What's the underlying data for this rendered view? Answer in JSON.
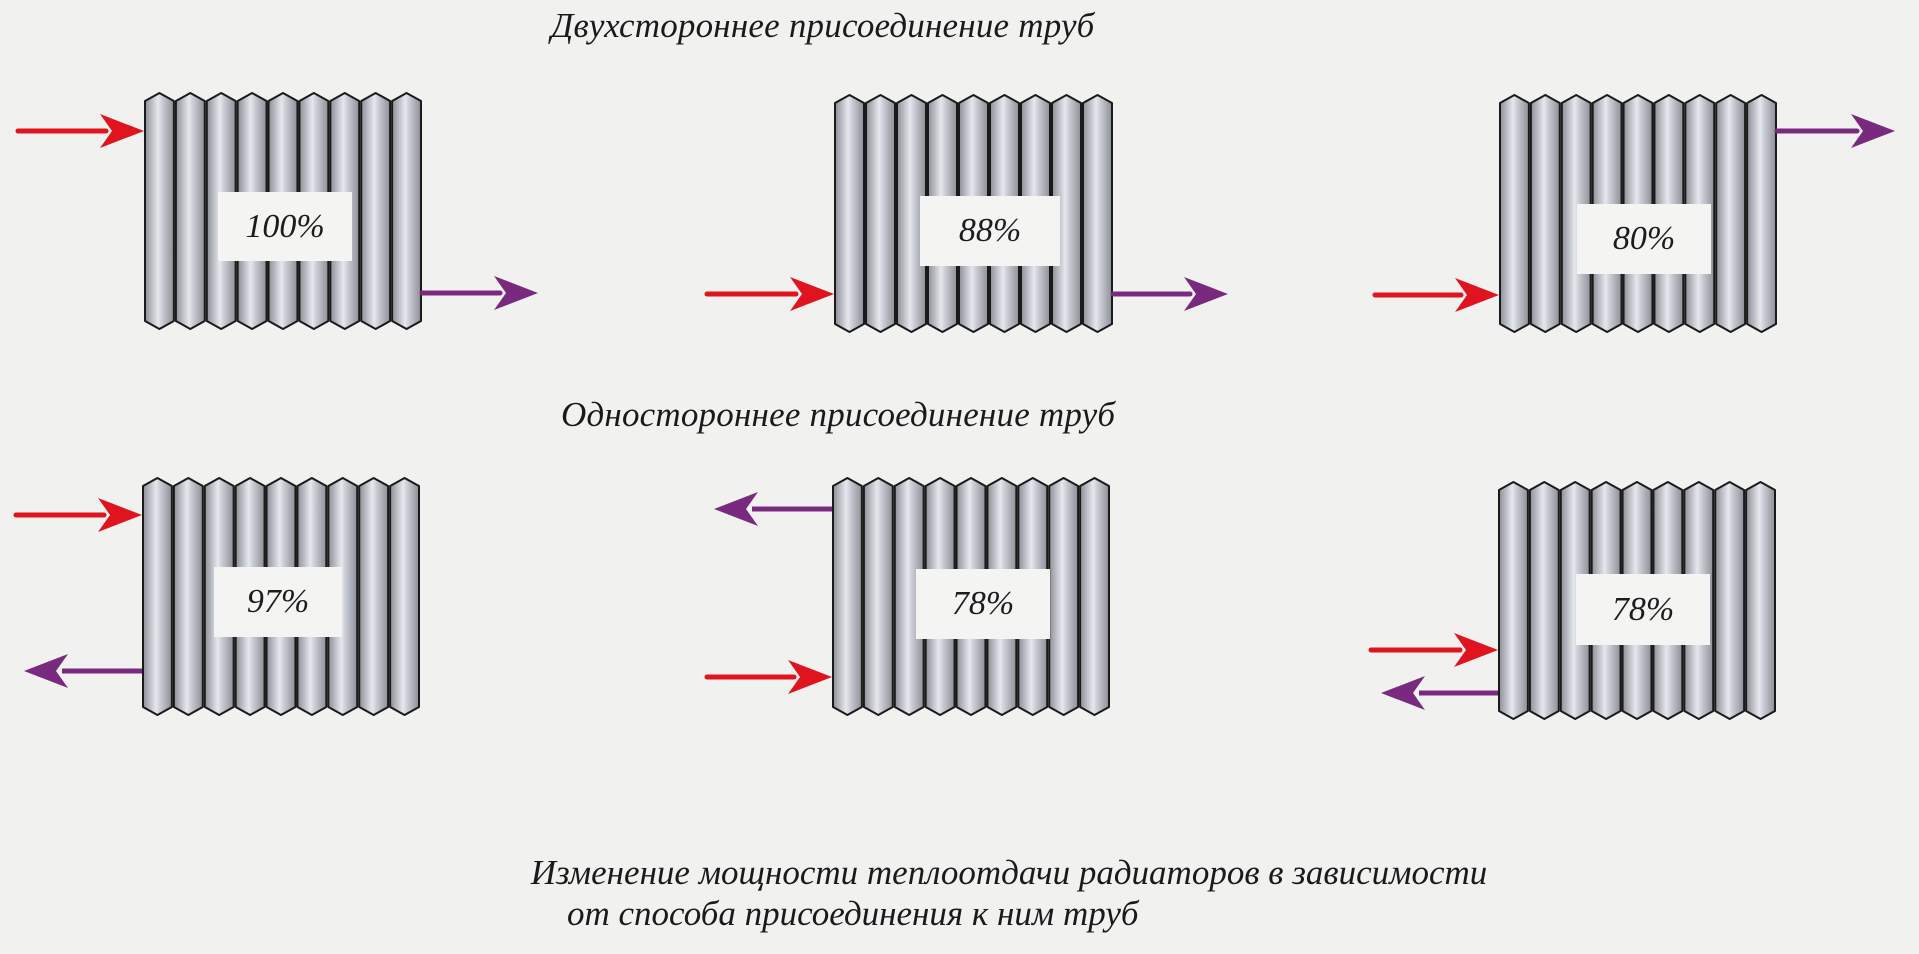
{
  "colors": {
    "background": "#f1f1f0",
    "supply_arrow": "#e0141e",
    "return_arrow": "#7a2a7e",
    "radiator_outline": "#1a1a1a",
    "radiator_fin_dark": "#8c8f96",
    "radiator_fin_light": "#e6e8ee",
    "text": "#1a1a1a"
  },
  "sections": [
    {
      "title": "Двухстороннее присоединение труб",
      "radiators": [
        {
          "efficiency": "100%",
          "supply": "left-top",
          "return": "right-bottom"
        },
        {
          "efficiency": "88%",
          "supply": "left-bottom",
          "return": "right-bottom"
        },
        {
          "efficiency": "80%",
          "supply": "left-bottom",
          "return": "right-top"
        }
      ]
    },
    {
      "title": "Одностороннее присоединение труб",
      "radiators": [
        {
          "efficiency": "97%",
          "supply": "left-top",
          "return": "left-bottom"
        },
        {
          "efficiency": "78%",
          "supply": "left-bottom",
          "return": "left-top"
        },
        {
          "efficiency": "78%",
          "supply": "left-bottom",
          "return": "left-bottom"
        }
      ]
    }
  ],
  "caption": {
    "line1": "Изменение мощности теплоотдачи радиаторов в зависимости",
    "line2": "от способа присоединения к ним труб"
  },
  "icons": {
    "supply_arrow": "arrow-right-icon (red)",
    "return_arrow": "arrow-icon (purple)",
    "radiator": "radiator-icon (9 sections)"
  }
}
